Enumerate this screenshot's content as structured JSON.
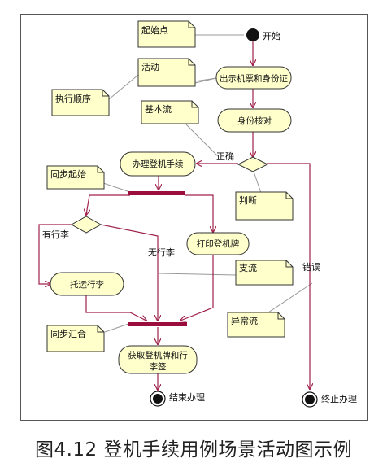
{
  "diagram": {
    "start_label": "开始",
    "notes": {
      "start_point": "起始点",
      "activity": "活动",
      "exec_order": "执行顺序",
      "basic_flow": "基本流",
      "sync_start": "同步起始",
      "judge": "判断",
      "branch_flow": "支流",
      "exception_flow": "异常流",
      "sync_join": "同步汇合"
    },
    "activities": {
      "show_ticket": "出示机票和身份证",
      "verify_id": "身份核对",
      "checkin": "办理登机手续",
      "print_pass": "打印登机牌",
      "checkin_luggage": "托运行李",
      "get_pass_line1": "获取登机牌和行",
      "get_pass_line2": "李签"
    },
    "guards": {
      "correct": "正确",
      "has_luggage": "有行李",
      "no_luggage": "无行李",
      "error": "错误"
    },
    "end_labels": {
      "end_process": "结束办理",
      "terminate": "终止办理"
    },
    "colors": {
      "flow_line": "#a0224a",
      "note_fill": "#ffffcc",
      "activity_fill": "#ffffcc",
      "sync_bar": "#9b0d3c",
      "outline": "#222222",
      "note_link": "#888888"
    }
  },
  "caption": "图4.12  登机手续用例场景活动图示例"
}
